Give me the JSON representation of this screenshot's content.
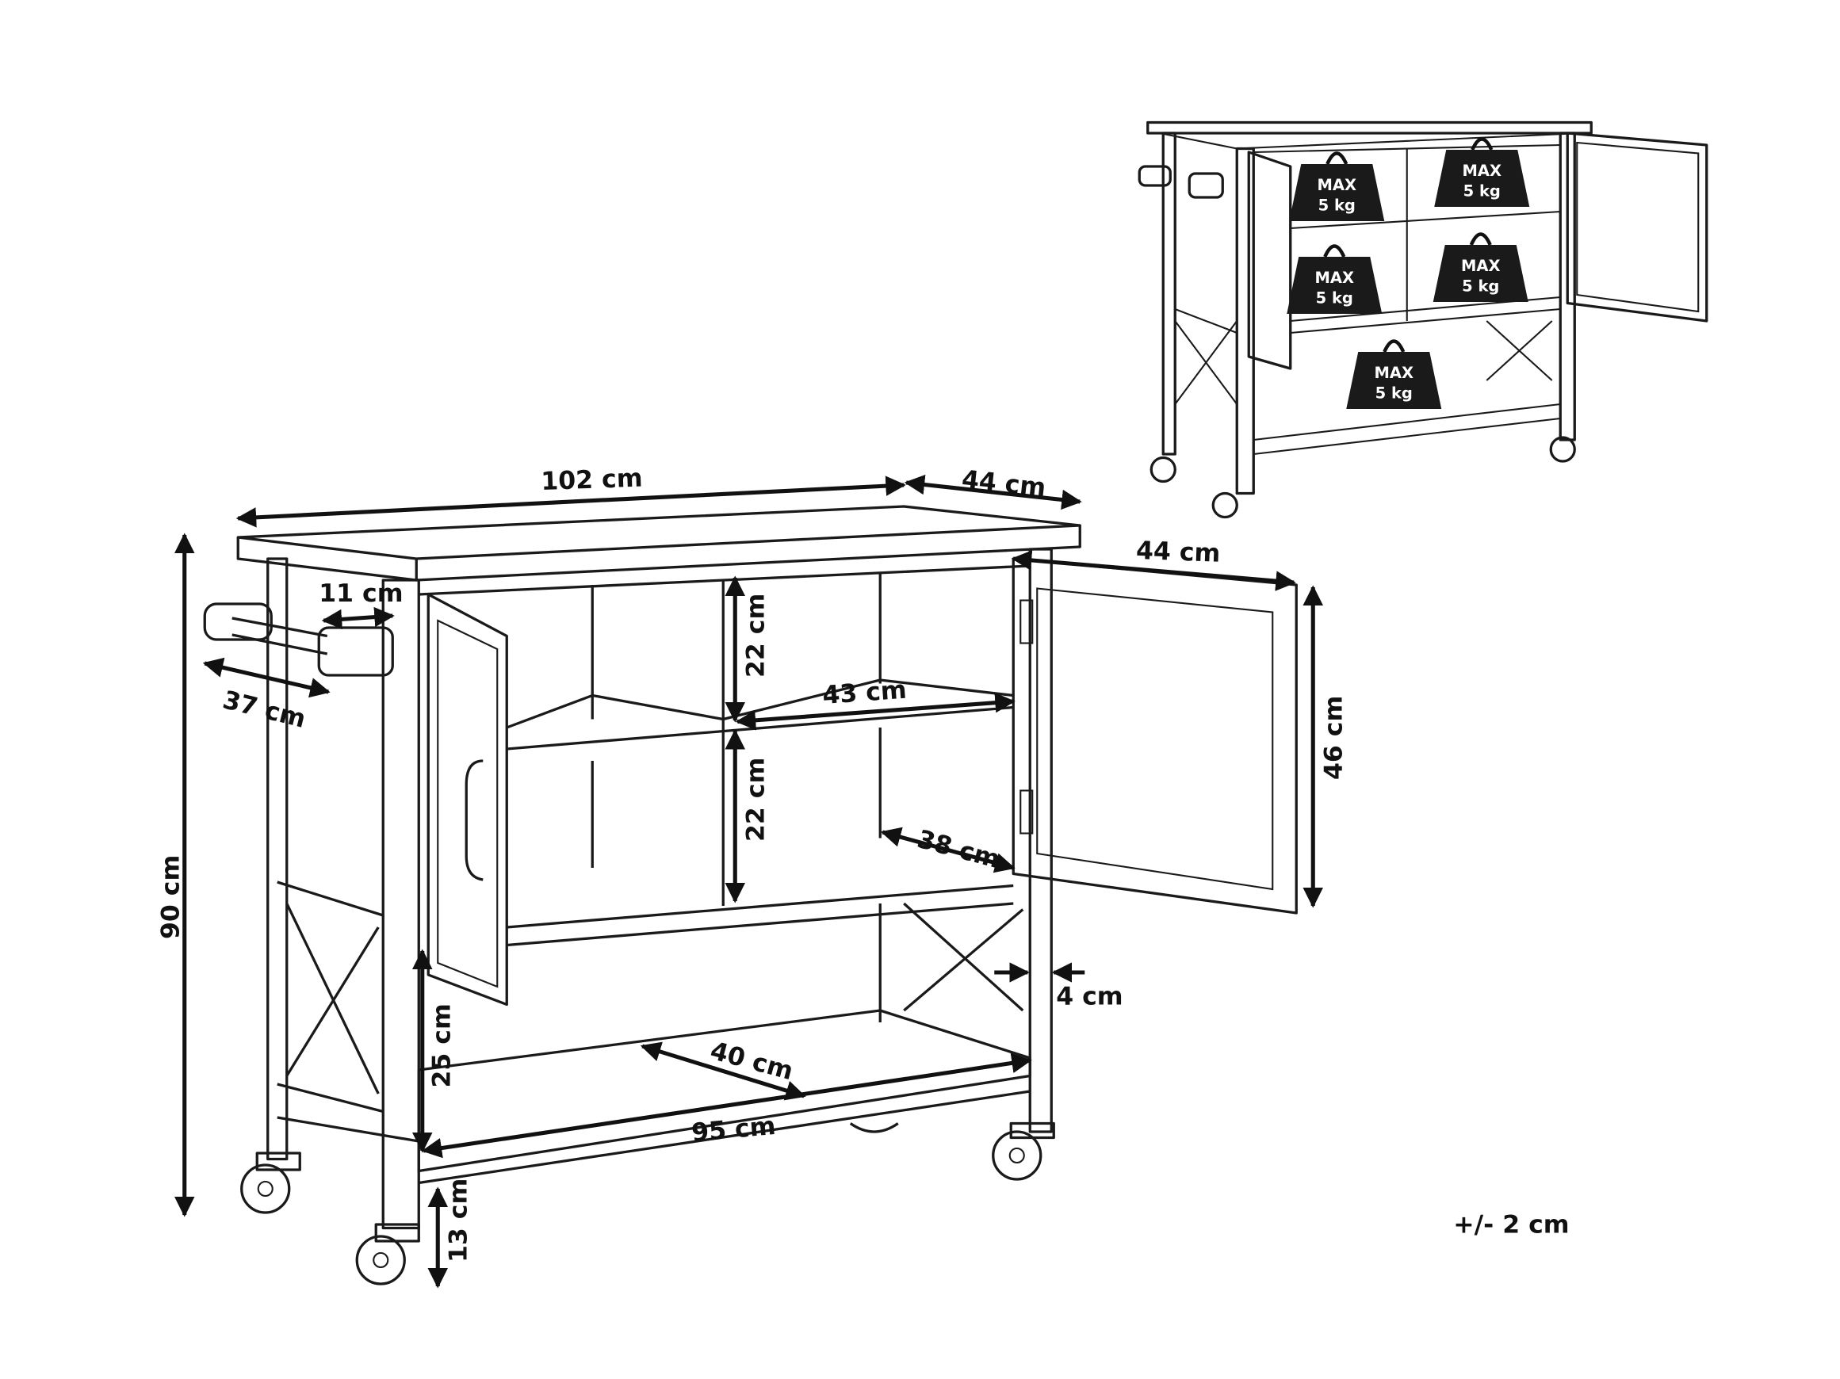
{
  "dimensions": {
    "width": "102 cm",
    "depth": "44 cm",
    "towel_bar_gap": "11 cm",
    "towel_bar_length": "37 cm",
    "height": "90 cm",
    "upper_shelf_height": "22 cm",
    "lower_compartment_height": "22 cm",
    "shelf_width": "43 cm",
    "shelf_depth": "38 cm",
    "door_width": "44 cm",
    "door_height": "46 cm",
    "leg_width": "4 cm",
    "bottom_clearance": "25 cm",
    "bottom_shelf_depth": "40 cm",
    "bottom_shelf_width": "95 cm",
    "wheel_height": "13 cm"
  },
  "tolerance": "+/- 2 cm",
  "load_labels": [
    {
      "max": "MAX",
      "weight": "5 kg"
    },
    {
      "max": "MAX",
      "weight": "5 kg"
    },
    {
      "max": "MAX",
      "weight": "5 kg"
    },
    {
      "max": "MAX",
      "weight": "5 kg"
    },
    {
      "max": "MAX",
      "weight": "5 kg"
    }
  ]
}
